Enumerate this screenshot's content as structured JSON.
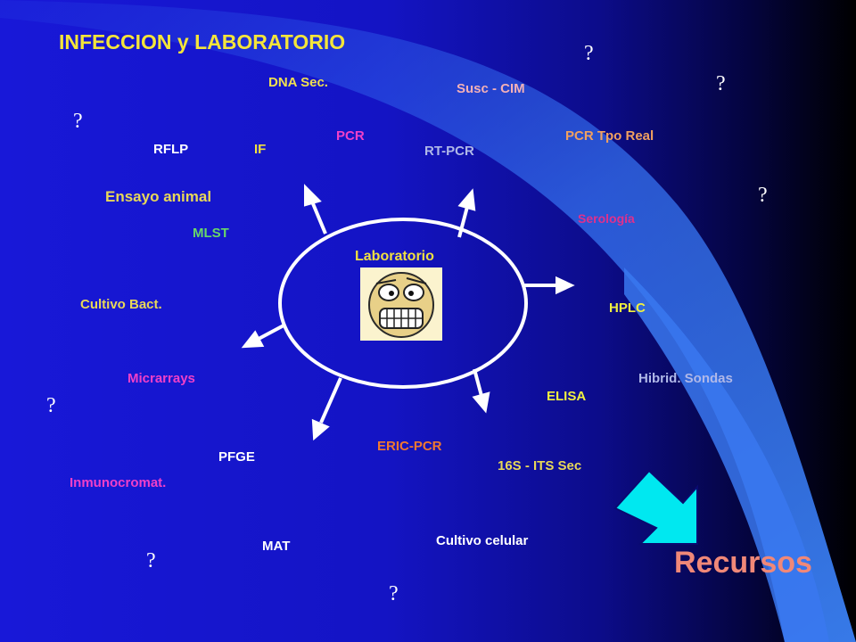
{
  "title": "INFECCION y LABORATORIO",
  "center_label": "Laboratorio",
  "resources_label": "Recursos",
  "question_mark": "?",
  "techniques": [
    {
      "text": "DNA Sec.",
      "color": "#f0e050"
    },
    {
      "text": "Susc - CIM",
      "color": "#f2b0b8"
    },
    {
      "text": "PCR",
      "color": "#f040c8"
    },
    {
      "text": "PCR Tpo Real",
      "color": "#f0a060"
    },
    {
      "text": "RFLP",
      "color": "#ffffff"
    },
    {
      "text": "IF",
      "color": "#f0e040"
    },
    {
      "text": "RT-PCR",
      "color": "#b0b8e8"
    },
    {
      "text": "Ensayo animal",
      "color": "#e8d858"
    },
    {
      "text": "Serología",
      "color": "#e0308c"
    },
    {
      "text": "MLST",
      "color": "#68d868"
    },
    {
      "text": "Cultivo Bact.",
      "color": "#e8d858"
    },
    {
      "text": "HPLC",
      "color": "#f0f040"
    },
    {
      "text": "Micrarrays",
      "color": "#f040c8"
    },
    {
      "text": "Hibrid. Sondas",
      "color": "#b0b8e8"
    },
    {
      "text": "ELISA",
      "color": "#f0f040"
    },
    {
      "text": "ERIC-PCR",
      "color": "#f07830"
    },
    {
      "text": "PFGE",
      "color": "#ffffff"
    },
    {
      "text": "16S - ITS Sec",
      "color": "#e8d858"
    },
    {
      "text": "Inmunocromat.",
      "color": "#f040c8"
    },
    {
      "text": "MAT",
      "color": "#ffffff"
    },
    {
      "text": "Cultivo celular",
      "color": "#ffffff"
    }
  ],
  "colors": {
    "title": "#f4e53a",
    "center_label": "#f0e040",
    "resources": "#f08878",
    "arrow_icon": "#00e8f0"
  }
}
